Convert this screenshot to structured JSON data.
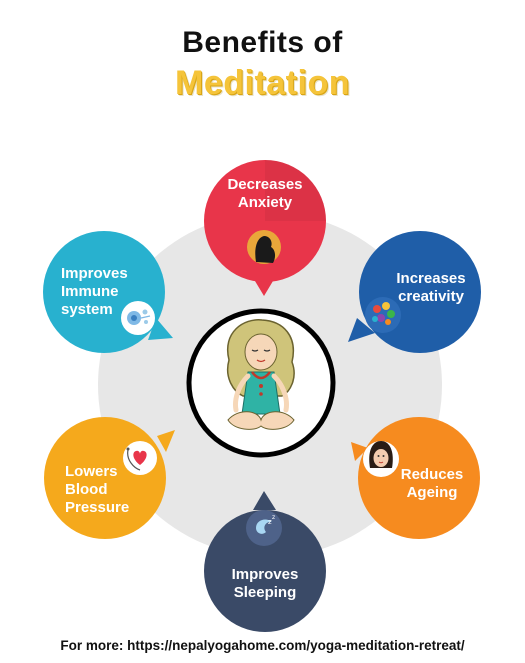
{
  "header": {
    "title": "Benefits of",
    "subtitle": "Meditation"
  },
  "benefits": [
    {
      "line1": "Decreases",
      "line2": "Anxiety",
      "line3": "",
      "color": "#e8354a",
      "icon": "woman-silhouette-icon"
    },
    {
      "line1": "Increases",
      "line2": "creativity",
      "line3": "",
      "color": "#1f5ea8",
      "icon": "brain-colors-icon"
    },
    {
      "line1": "Reduces",
      "line2": "Ageing",
      "line3": "",
      "color": "#f68b1f",
      "icon": "face-icon"
    },
    {
      "line1": "Improves",
      "line2": "Sleeping",
      "line3": "",
      "color": "#3a4a67",
      "icon": "sleeping-moon-icon"
    },
    {
      "line1": "Lowers",
      "line2": "Blood",
      "line3": "Pressure",
      "color": "#f5a91c",
      "icon": "heart-stethoscope-icon"
    },
    {
      "line1": "Improves",
      "line2": "Immune",
      "line3": "system",
      "color": "#28b1cf",
      "icon": "immune-cell-icon"
    }
  ],
  "center": {
    "icon": "meditating-woman-icon"
  },
  "footer": {
    "text": "For more: https://nepalyogahome.com/yoga-meditation-retreat/"
  }
}
